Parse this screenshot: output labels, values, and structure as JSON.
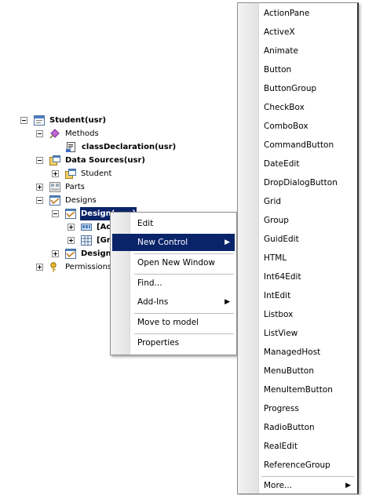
{
  "tree": {
    "root": "Student(usr)",
    "methods": "Methods",
    "class_declaration": "classDeclaration(usr)",
    "data_sources": "Data Sources(usr)",
    "student": "Student",
    "parts": "Parts",
    "designs": "Designs",
    "design_selected": "Design(",
    "design_selected_suffix": ")",
    "child_a": "[Ac",
    "child_g": "[Gr",
    "design2": "Design",
    "permissions": "Permissions"
  },
  "context_menu": {
    "items": [
      "Edit",
      "New Control",
      "Open New Window",
      "Find...",
      "Add-Ins",
      "Move to model",
      "Properties"
    ],
    "highlighted": "New Control",
    "submenu_arrow": "▶"
  },
  "submenu": {
    "items": [
      "ActionPane",
      "ActiveX",
      "Animate",
      "Button",
      "ButtonGroup",
      "CheckBox",
      "ComboBox",
      "CommandButton",
      "DateEdit",
      "DropDialogButton",
      "Grid",
      "Group",
      "GuidEdit",
      "HTML",
      "Int64Edit",
      "IntEdit",
      "Listbox",
      "ListView",
      "ManagedHost",
      "MenuButton",
      "MenuItemButton",
      "Progress",
      "RadioButton",
      "RealEdit",
      "ReferenceGroup"
    ],
    "more": "More..."
  },
  "colors": {
    "highlight": "#0a246a",
    "menu_border": "#8e8e8e"
  }
}
